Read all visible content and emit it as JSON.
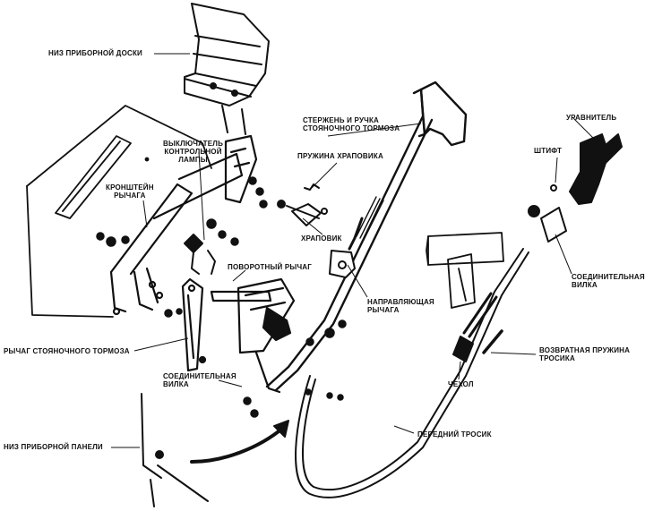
{
  "labels": {
    "niz_doski": "НИЗ ПРИБОРНОЙ ДОСКИ",
    "vykl": "ВЫКЛЮЧАТЕЛЬ\nКОНТРОЛЬНОЙ\nЛАМПЫ",
    "kronshtein": "КРОНШТЕЙН\nРЫЧАГА",
    "povorotny": "ПОВОРОТНЫЙ РЫЧАГ",
    "rychag_tormoza": "РЫЧАГ СТОЯНОЧНОГО ТОРМОЗА",
    "soed_vilka_left": "СОЕДИНИТЕЛЬНАЯ\nВИЛКА",
    "niz_paneli": "НИЗ ПРИБОРНОЙ ПАНЕЛИ",
    "sterzhen": "СТЕРЖЕНЬ И РУЧКА\nСТОЯНОЧНОГО ТОРМОЗА",
    "pruzhina_hrap": "ПРУЖИНА ХРАПОВИКА",
    "hrapovik": "ХРАПОВИК",
    "napravl": "НАПРАВЛЯЮЩАЯ\nРЫЧАГА",
    "perednij": "ПЕРЕДНИЙ ТРОСИК",
    "uravnitel": "УРАВНИТЕЛЬ",
    "shtift": "ШТИФТ",
    "soed_vilka_right": "СОЕДИНИТЕЛЬНАЯ\nВИЛКА",
    "vozvr": "ВОЗВРАТНАЯ ПРУЖИНА\nТРОСИКА",
    "chehol": "ЧЕХОЛ"
  },
  "colors": {
    "ink": "#111111",
    "background": "#ffffff"
  }
}
